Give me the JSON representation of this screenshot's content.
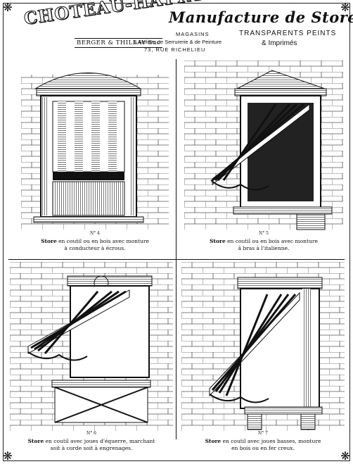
{
  "header": {
    "brand_name": "CHOTEAU-HATTAT",
    "brand_sub": "BERGER & THILLAY Suc",
    "manufacture": "Manufacture de Stores",
    "magasins": "MAGASINS",
    "ateliers": "& Ateliers de Serrurerie & de Peinture",
    "address": "73, RUE RICHELIEU",
    "transparents": "TRANSPARENTS PEINTS",
    "imprimes": "& Imprimés"
  },
  "panels": [
    {
      "number": "N° 4",
      "caption_bold": "Store",
      "caption_line1": " en coutil ou en bois avec monture",
      "caption_line2": "à conducteur à écrous."
    },
    {
      "number": "N° 5",
      "caption_bold": "Store",
      "caption_line1": " en coutil ou en bois avec monture",
      "caption_line2": "à bras à l'italienne."
    },
    {
      "number": "N° 6",
      "caption_bold": "Store",
      "caption_line1": " en coutil avec joues d'équerre, marchant",
      "caption_line2": "soit à corde soit à engrenages."
    },
    {
      "number": "N° 7",
      "caption_bold": "Store",
      "caption_line1": " en coutil avec joues basses, monture",
      "caption_line2": "en bois ou en fer creux."
    }
  ],
  "ornament": {
    "corner_icon": "fleuron-icon"
  }
}
